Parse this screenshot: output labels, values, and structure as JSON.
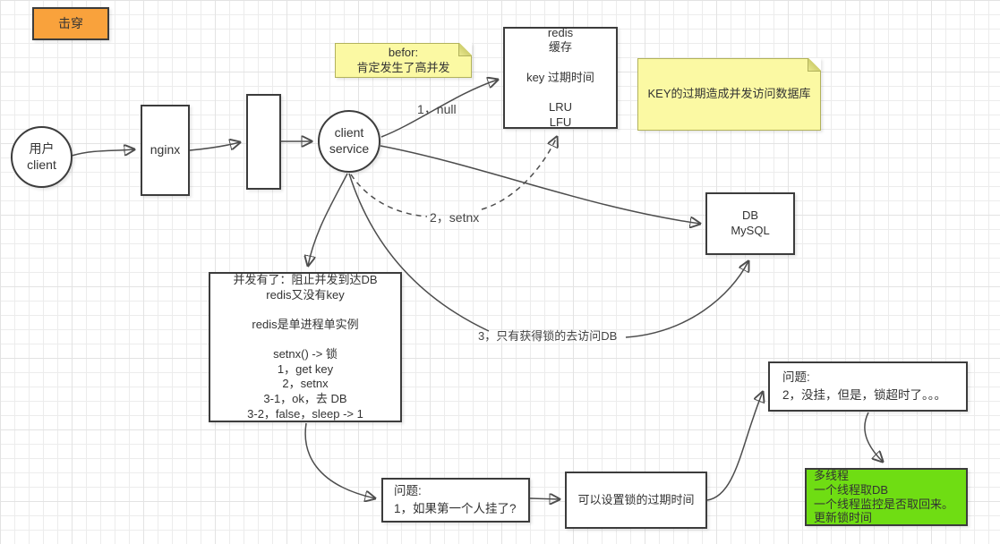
{
  "shapes": {
    "breakdown": {
      "label": "击穿"
    },
    "user": {
      "label": "用户\nclient"
    },
    "nginx": {
      "label": "nginx"
    },
    "queue": {
      "label": ""
    },
    "client_service": {
      "label": "client\nservice"
    },
    "redis": {
      "label": "redis\n缓存\n\nkey 过期时间\n\nLRU\nLFU"
    },
    "db": {
      "label": "DB\nMySQL"
    },
    "concurrency": {
      "label": "并发有了：阻止并发到达DB\nredis又没有key\n\nredis是单进程单实例\n\nsetnx() -> 锁\n1，get key\n2，setnx\n3-1，ok，去 DB\n3-2，false，sleep -> 1"
    },
    "question1": {
      "label": "问题:\n1，如果第一个人挂了?"
    },
    "lock_expire": {
      "label": "可以设置锁的过期时间"
    },
    "question2": {
      "label": "问题:\n2，没挂，但是，锁超时了。。。"
    },
    "multithread": {
      "label": "多线程\n一个线程取DB\n一个线程监控是否取回来。\n更新锁时间"
    }
  },
  "notes": {
    "before": {
      "text": "befor:\n肯定发生了高并发"
    },
    "key_expire": {
      "text": "KEY的过期造成并发访问数据库"
    }
  },
  "edge_labels": {
    "step1": "1，null",
    "step2": "2，setnx",
    "step3": "3，只有获得锁的去访问DB"
  },
  "colors": {
    "breakdown_fill": "#F9A23C",
    "note_fill": "#FBF9A3",
    "note_border": "#B2B25C",
    "green_fill": "#6FDD13",
    "line": "#4D4D4D",
    "shape_border": "#3C3C3C",
    "grid": "#ECECEC"
  }
}
